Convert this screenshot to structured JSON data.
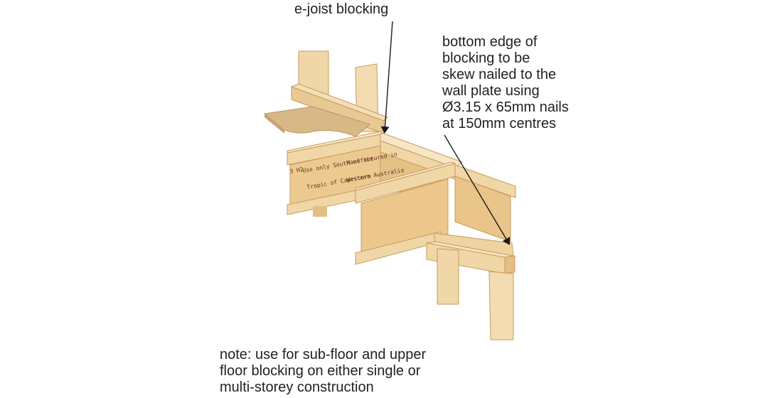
{
  "labels": {
    "eJoistBlocking": "e-joist blocking",
    "nailingNote": "bottom edge of\nblocking to be\nskew nailed to the\nwall plate using\nØ3.15 x 65mm nails\nat 150mm centres",
    "usageNote": "note: use for sub-floor and upper\nfloor blocking on either single or\nmulti-storey construction"
  },
  "joistPrint": {
    "line1a": "3 H2",
    "line1b": "Use only South of the",
    "line1c": "Manufactured in",
    "line2a": "Tropic of Capricorn",
    "line2b": "Western Australia"
  },
  "colors": {
    "timberLight": "#f0d7a8",
    "timberMid": "#e3bf85",
    "timberDark": "#c99a5c",
    "plyFace": "#ecc98e",
    "chipboard": "#d9b887",
    "arrow": "#1a1a1a",
    "text": "#231f20"
  }
}
